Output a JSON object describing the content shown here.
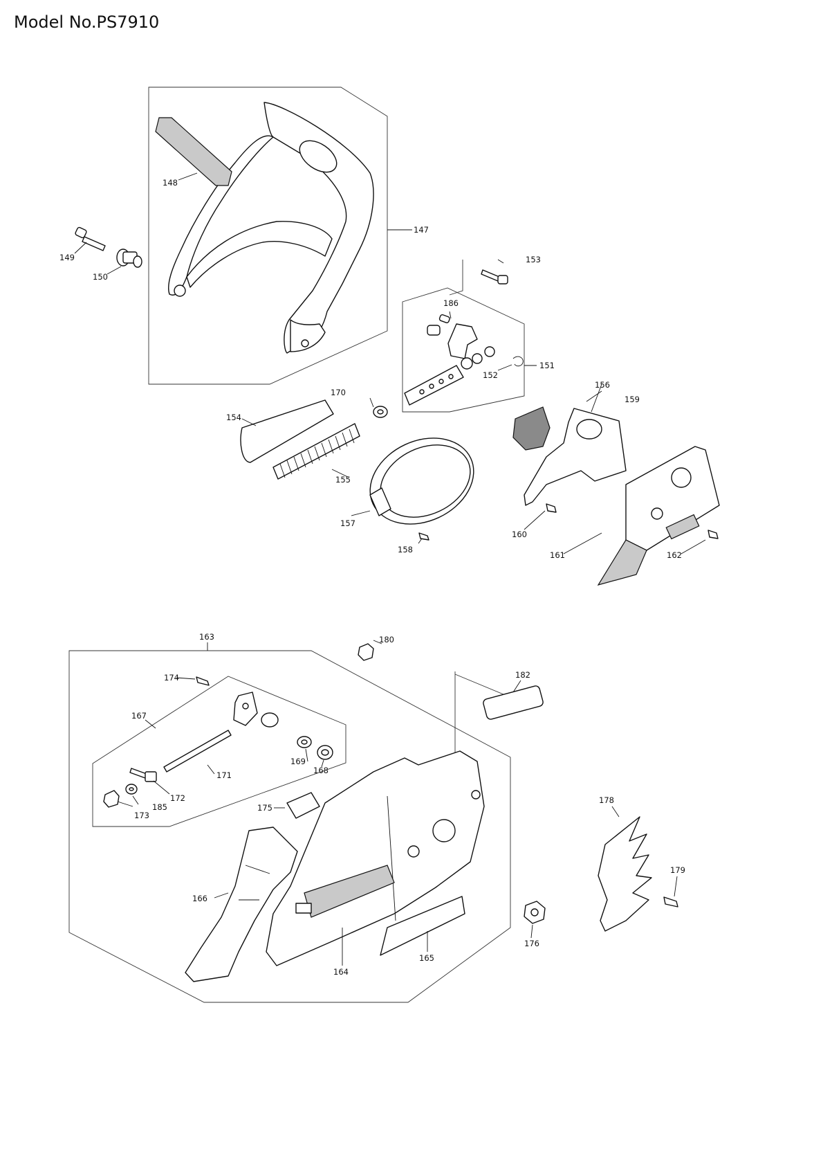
{
  "header": {
    "model": "Model No.PS7910"
  },
  "callouts": {
    "p147": "147",
    "p148": "148",
    "p149": "149",
    "p150": "150",
    "p151": "151",
    "p152": "152",
    "p153": "153",
    "p154": "154",
    "p155": "155",
    "p156": "156",
    "p157": "157",
    "p158": "158",
    "p159": "159",
    "p160": "160",
    "p161": "161",
    "p162": "162",
    "p163": "163",
    "p164": "164",
    "p165": "165",
    "p166": "166",
    "p167": "167",
    "p168": "168",
    "p169": "169",
    "p170": "170",
    "p171": "171",
    "p172": "172",
    "p173": "173",
    "p174": "174",
    "p175": "175",
    "p176": "176",
    "p178": "178",
    "p179": "179",
    "p180": "180",
    "p182": "182",
    "p185": "185",
    "p186": "186"
  }
}
